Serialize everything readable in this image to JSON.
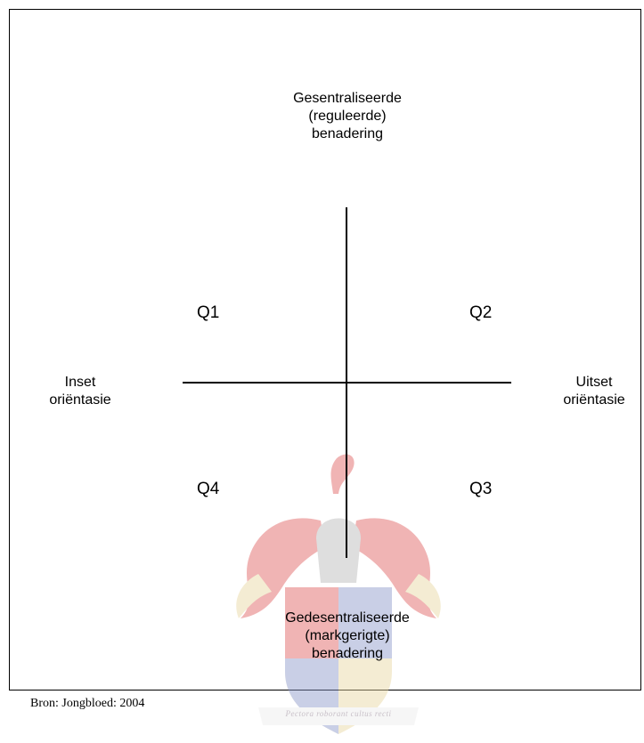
{
  "diagram": {
    "top_label": [
      "Gesentraliseerde",
      "(reguleerde)",
      "benadering"
    ],
    "bottom_label": [
      "Gedesentraliseerde",
      "(markgerigte)",
      "benadering"
    ],
    "left_label": [
      "Inset",
      "oriëntasie"
    ],
    "right_label": [
      "Uitset",
      "oriëntasie"
    ],
    "quadrants": {
      "q1": "Q1",
      "q2": "Q2",
      "q3": "Q3",
      "q4": "Q4"
    }
  },
  "source": "Bron:  Jongbloed: 2004",
  "watermark": {
    "motto": "Pectora roborant cultus recti"
  },
  "colors": {
    "crest_red": "#e05a5a",
    "crest_blue": "#8a96c8",
    "crest_gold": "#e8d7a0"
  }
}
